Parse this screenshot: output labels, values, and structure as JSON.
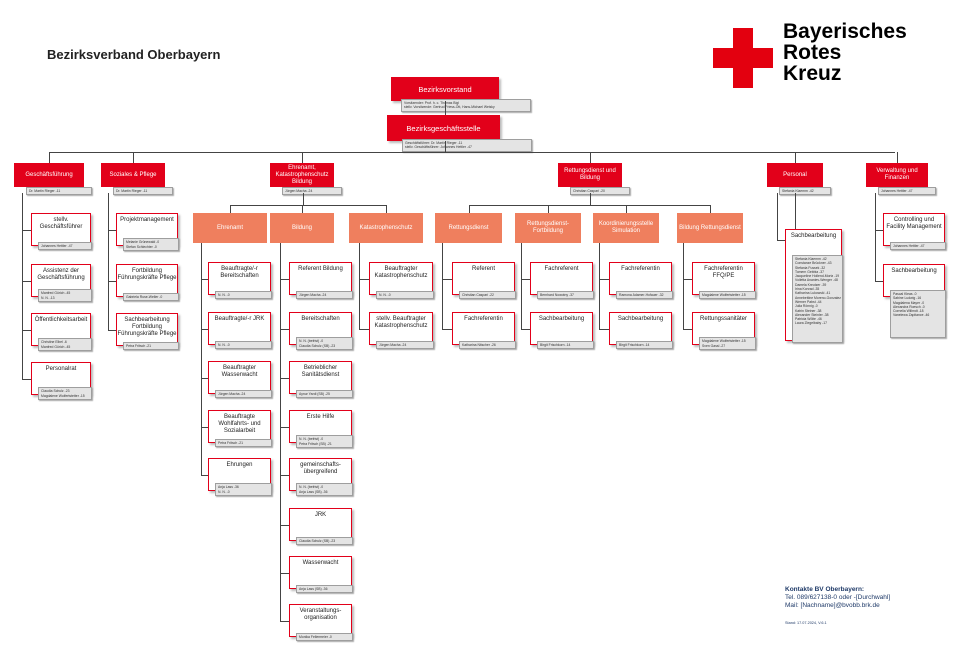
{
  "header": {
    "title": "Bezirksverband Oberbayern",
    "logo": [
      "Bayerisches",
      "Rotes",
      "Kreuz"
    ],
    "brand_color": "#e2001a"
  },
  "top": {
    "vorstand": {
      "title": "Bezirksvorstand",
      "people": [
        "Vorsitzender: Prof. h. c. Thomas Bigl",
        "stellv. Vorsitzende: Gertrud Friess-Ott, Hans-Michael Weisky"
      ]
    },
    "geschaeftsstelle": {
      "title": "Bezirksgeschäftsstelle",
      "people": [
        "Geschäftsführer: Dr. Martin Rieger -11",
        "stellv. Geschäftsführer: Johannes Hettler -47"
      ]
    }
  },
  "departments": [
    {
      "title": "Geschäftsführung",
      "head": "Dr. Martin Rieger -11"
    },
    {
      "title": "Soziales & Pflege",
      "head": "Dr. Martin Rieger -11"
    },
    {
      "title": "Ehrenamt, Katastrophenschutz Bildung",
      "head": "Jürgen Macha -24"
    },
    {
      "title": "Rettungsdienst und Bildung",
      "head": "Christian Caspari -20"
    },
    {
      "title": "Personal",
      "head": "Stefania Klaemm -42"
    },
    {
      "title": "Verwaltung und Finanzen",
      "head": "Johannes Hettler -47"
    }
  ],
  "sub_headers": [
    "Ehrenamt",
    "Bildung",
    "Katastrophenschutz",
    "Rettungsdienst",
    "Rettungsdienst-Fortbildung",
    "Koordinierungsstelle Simulation",
    "Bildung Rettungsdienst"
  ],
  "cards": {
    "gf": [
      {
        "title": "stellv. Geschäftsführer",
        "people": [
          "Johannes Hettler -47"
        ]
      },
      {
        "title": "Assistenz der Geschäftsführung",
        "people": [
          "Manfred Gürich -45",
          "N. N. -13"
        ]
      },
      {
        "title": "Öffentlichkeitsarbeit",
        "people": [
          "Christine Elbel -6",
          "Manfred Gürich -45"
        ]
      },
      {
        "title": "Personalrat",
        "people": [
          "Claudia Schulz -23",
          "Magdalene Wolfertstetter -15"
        ]
      }
    ],
    "sp": [
      {
        "title": "Projektmanagement",
        "people": [
          "Melanie Grünewald -0",
          "Stefan Schlechter -0"
        ]
      },
      {
        "title": "Fortbildung Führungskräfte Pflege",
        "people": [
          "Gabriela Ruse-Weller -0"
        ]
      },
      {
        "title": "Sachbearbeitung Fortbildung Führungskräfte Pflege",
        "people": [
          "Petra Fritsch -21"
        ]
      }
    ],
    "ea": [
      {
        "title": "Beauftragte/-r Bereitschaften",
        "people": [
          "N. N. -0"
        ]
      },
      {
        "title": "Beauftragte/-r JRK",
        "people": [
          "N. N. -0"
        ]
      },
      {
        "title": "Beauftragter Wasserwacht",
        "people": [
          "Jürgen Macha -24"
        ]
      },
      {
        "title": "Beauftragte Wohlfahrts- und Sozialarbeit",
        "people": [
          "Petra Fritsch -21"
        ]
      },
      {
        "title": "Ehrungen",
        "people": [
          "Anja Lass -36",
          "N. N. -0"
        ]
      }
    ],
    "bi": [
      {
        "title": "Referent Bildung",
        "people": [
          "Jürgen Macha -24"
        ]
      },
      {
        "title": "Bereitschaften",
        "people": [
          "N. N. (befrist) -0",
          "Claudia Schulz (SB) -23"
        ]
      },
      {
        "title": "Betrieblicher Sanitätsdienst",
        "people": [
          "Aynur Yardi (SB) -25"
        ]
      },
      {
        "title": "Erste Hilfe",
        "people": [
          "N. N. (befrist) -0",
          "Petra Fritsch (SB) -21"
        ]
      },
      {
        "title": "gemeinschafts-übergreifend",
        "people": [
          "N. N. (befrist) -0",
          "Anja Lass (SB) -36"
        ]
      },
      {
        "title": "JRK",
        "people": [
          "Claudia Schulz (SB) -23"
        ]
      },
      {
        "title": "Wasserwacht",
        "people": [
          "Anja Lass (SB) -36"
        ]
      },
      {
        "title": "Veranstaltungs-organisation",
        "people": [
          "Monika Fellermeier -0"
        ]
      }
    ],
    "ks": [
      {
        "title": "Beauftragter Katastrophenschutz",
        "people": [
          "N. N. -0"
        ]
      },
      {
        "title": "stellv. Beauftragter Katastrophenschutz",
        "people": [
          "Jürgen Macha -24"
        ]
      }
    ],
    "rd": [
      {
        "title": "Referent",
        "people": [
          "Christian Caspari -22"
        ]
      },
      {
        "title": "Fachreferentin",
        "people": [
          "Katharina Nitscher -26"
        ]
      }
    ],
    "rf": [
      {
        "title": "Fachreferent",
        "people": [
          "Bernhard Nowotny -37"
        ]
      },
      {
        "title": "Sachbearbeitung",
        "people": [
          "Birgit Frischkorn -14"
        ]
      }
    ],
    "ko": [
      {
        "title": "Fachreferentin",
        "people": [
          "Ramona Adamer-Hofauer -32"
        ]
      },
      {
        "title": "Sachbearbeitung",
        "people": [
          "Birgit Frischkorn -14"
        ]
      }
    ],
    "br": [
      {
        "title": "Fachreferentin FFQ/PE",
        "people": [
          "Magdalene Wolfertstetter -15"
        ]
      },
      {
        "title": "Rettungssanitäter",
        "people": [
          "Magdalene Wolfertstetter -15",
          "Sven Gassl -27"
        ]
      }
    ],
    "pe": [
      {
        "title": "Sachbearbeitung",
        "people": [
          "Stefania Klaemm -42",
          "Constanze Brückner -43",
          "Stefania Fussek -32",
          "Tomern Gebbia -37",
          "Jacqueline Hollend-Mortz -19",
          "Voiletta Ananiev-Wenger -48",
          "Damela Kreutzer -39",
          "Irina Konrad -35",
          "Katharina Lukowski -41",
          "Annebettine Moreno-Gonzalez -0",
          "Werner Pabst -44",
          "Julia Rönnig -0",
          "Katrin Steiner -38",
          "Alexander Steinler -38",
          "Patricia Wölte -46",
          "Laura Ziegelbaby -17"
        ]
      }
    ],
    "vf": [
      {
        "title": "Controlling und Facility Management",
        "people": [
          "Johannes Hettler -47"
        ]
      },
      {
        "title": "Sachbearbeitung",
        "people": [
          "Pascal Kleas -0",
          "Sabine Ludwig -16",
          "Magdalena Mayer -0",
          "Alexandra Roesch -0",
          "Cornelia Willmdt -18",
          "Vanelewa Zapitance -46"
        ]
      }
    ]
  },
  "contact": {
    "heading": "Kontakte BV Oberbayern:",
    "tel": "Tel.  089/627138-0 oder -[Durchwahl]",
    "mail": "Mail: [Nachname]@bvobb.brk.de",
    "stand": "Stand: 17.07.2024, V.6.1"
  }
}
